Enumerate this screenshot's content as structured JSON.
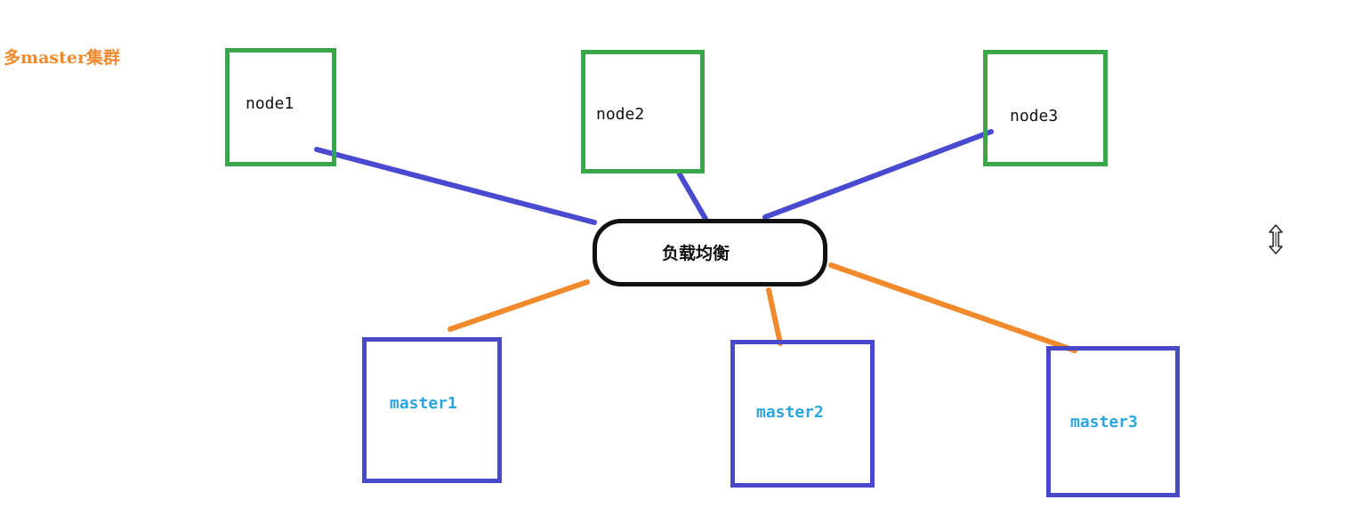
{
  "title": "多master集群",
  "load_balancer": {
    "label": "负载均衡"
  },
  "nodes": [
    {
      "label": "node1"
    },
    {
      "label": "node2"
    },
    {
      "label": "node3"
    }
  ],
  "masters": [
    {
      "label": "master1"
    },
    {
      "label": "master2"
    },
    {
      "label": "master3"
    }
  ],
  "colors": {
    "title": "#f08a2c",
    "node_border": "#3aa64a",
    "master_border": "#4848c8",
    "master_text": "#2aa6de",
    "node_link": "#4a4ad0",
    "master_link": "#f08a2c",
    "load_balancer_border": "#111111"
  },
  "icons": {
    "cursor": "resize-vertical-cursor-icon"
  }
}
